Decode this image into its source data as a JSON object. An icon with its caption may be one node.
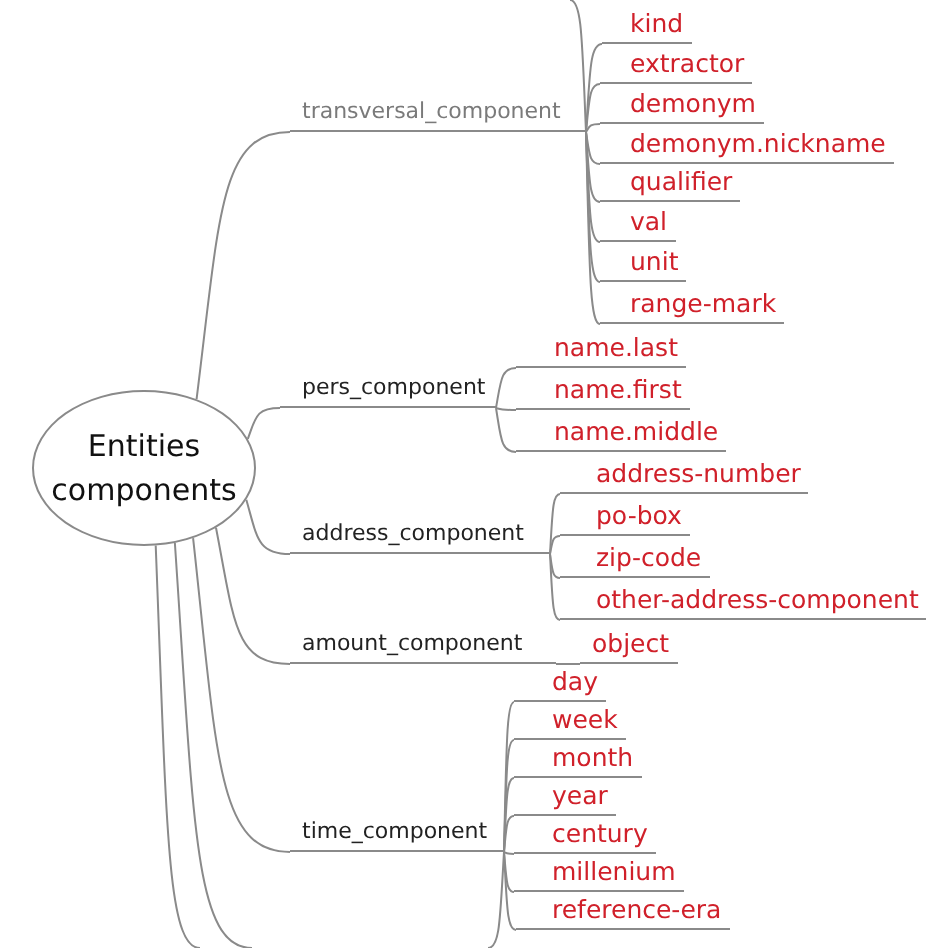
{
  "diagram": {
    "nodes": [
      {
        "text": [
          "Entities components"
        ]
      },
      {
        "text": [
          "transversal_component"
        ]
      },
      {
        "text": [
          "kind"
        ]
      },
      {
        "text": [
          "extractor"
        ]
      },
      {
        "text": [
          "demonym"
        ]
      },
      {
        "text": [
          "demonym.nickname"
        ]
      },
      {
        "text": [
          "qualifier"
        ]
      },
      {
        "text": [
          "val"
        ]
      },
      {
        "text": [
          "unit"
        ]
      },
      {
        "text": [
          "range-mark"
        ]
      },
      {
        "text": [
          "pers_component"
        ]
      },
      {
        "text": [
          "name.last"
        ]
      },
      {
        "text": [
          "name.first"
        ]
      },
      {
        "text": [
          "name.middle"
        ]
      },
      {
        "text": [
          "address_component"
        ]
      },
      {
        "text": [
          "address-number"
        ]
      },
      {
        "text": [
          "po-box"
        ]
      },
      {
        "text": [
          "zip-code"
        ]
      },
      {
        "text": [
          "other-address-component"
        ]
      },
      {
        "text": [
          "amount_component"
        ]
      },
      {
        "text": [
          "object"
        ]
      },
      {
        "text": [
          "time_component"
        ]
      },
      {
        "text": [
          "day"
        ]
      },
      {
        "text": [
          "week"
        ]
      },
      {
        "text": [
          "month"
        ]
      },
      {
        "text": [
          "year"
        ]
      },
      {
        "text": [
          "century"
        ]
      },
      {
        "text": [
          "millenium"
        ]
      },
      {
        "text": [
          "reference-era"
        ]
      }
    ],
    "edges": [
      {
        "from": 0,
        "to": 1,
        "arrow": "none"
      },
      {
        "from": 1,
        "to": 2,
        "arrow": "none"
      },
      {
        "from": 1,
        "to": 3,
        "arrow": "none"
      },
      {
        "from": 1,
        "to": 4,
        "arrow": "none"
      },
      {
        "from": 1,
        "to": 5,
        "arrow": "none"
      },
      {
        "from": 1,
        "to": 6,
        "arrow": "none"
      },
      {
        "from": 1,
        "to": 7,
        "arrow": "none"
      },
      {
        "from": 1,
        "to": 8,
        "arrow": "none"
      },
      {
        "from": 1,
        "to": 9,
        "arrow": "none"
      },
      {
        "from": 1,
        "to": null,
        "arrow": "none"
      },
      {
        "from": 0,
        "to": 10,
        "arrow": "none"
      },
      {
        "from": 10,
        "to": 11,
        "arrow": "none"
      },
      {
        "from": 10,
        "to": 12,
        "arrow": "none"
      },
      {
        "from": 10,
        "to": 13,
        "arrow": "none"
      },
      {
        "from": 0,
        "to": 14,
        "arrow": "none"
      },
      {
        "from": 14,
        "to": 15,
        "arrow": "none"
      },
      {
        "from": 14,
        "to": 16,
        "arrow": "none"
      },
      {
        "from": 14,
        "to": 17,
        "arrow": "none"
      },
      {
        "from": 14,
        "to": 18,
        "arrow": "none"
      },
      {
        "from": 0,
        "to": 19,
        "arrow": "none"
      },
      {
        "from": 19,
        "to": 20,
        "arrow": "none"
      },
      {
        "from": 0,
        "to": 21,
        "arrow": "none"
      },
      {
        "from": 21,
        "to": 22,
        "arrow": "none"
      },
      {
        "from": 21,
        "to": 23,
        "arrow": "none"
      },
      {
        "from": 21,
        "to": 24,
        "arrow": "none"
      },
      {
        "from": 21,
        "to": 25,
        "arrow": "none"
      },
      {
        "from": 21,
        "to": 26,
        "arrow": "none"
      },
      {
        "from": 21,
        "to": 27,
        "arrow": "none"
      },
      {
        "from": 21,
        "to": 28,
        "arrow": "none"
      },
      {
        "from": 21,
        "to": null,
        "arrow": "none"
      },
      {
        "from": 0,
        "to": null,
        "arrow": "none"
      },
      {
        "from": 0,
        "to": null,
        "arrow": "none"
      }
    ]
  }
}
